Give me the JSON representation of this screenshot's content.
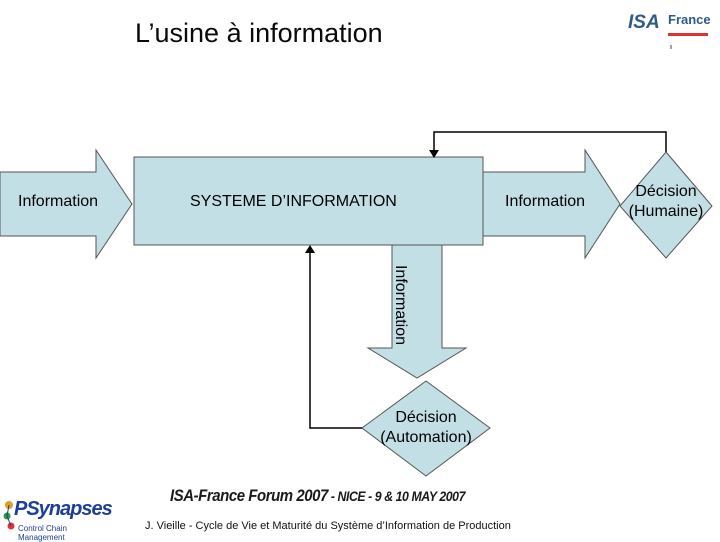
{
  "title": "L’usine à information",
  "logo_isa": {
    "isa_text": "ISA",
    "france_text": "France"
  },
  "logo_psynapses": {
    "name": "PSynapses",
    "tagline": "Control Chain Management"
  },
  "labels": {
    "info_left": "Information",
    "system": "SYSTEME D’INFORMATION",
    "info_right": "Information",
    "info_vertical": "Information",
    "decision_human_line1": "Décision",
    "decision_human_line2": "(Humaine)",
    "decision_auto_line1": "Décision",
    "decision_auto_line2": "(Automation)"
  },
  "footer": {
    "forum_main": "ISA-France Forum 2007",
    "forum_detail": " - NICE - 9 & 10 MAY 2007",
    "credit": "J. Vieille - Cycle de Vie et Maturité du Système d’Information de Production"
  },
  "colors": {
    "shape_fill": "#c3dfe6",
    "outline": "#555555",
    "connector": "#000000"
  }
}
